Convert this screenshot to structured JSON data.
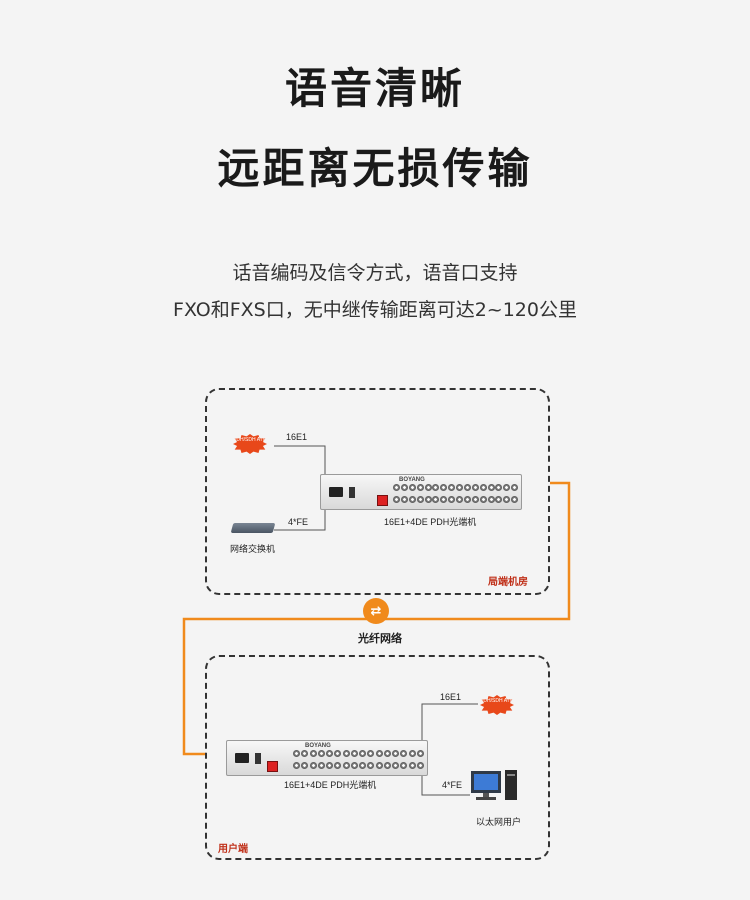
{
  "heading": {
    "line1": "语音清晰",
    "line2": "远距离无损传输"
  },
  "description": {
    "line1": "话音编码及信令方式，语音口支持",
    "line2": "FXO和FXS口，无中继传输距离可达2~120公里"
  },
  "diagram": {
    "top": {
      "room_label": "局端机房",
      "link_16e1": "16E1",
      "link_fe": "4*FE",
      "device_label": "16E1+4DE PDH光端机",
      "switch_label": "网络交换机",
      "badge_text": "PDH/SDH ATM",
      "brand": "BOYANG"
    },
    "fiber_label": "光纤网络",
    "bottom": {
      "room_label": "用户端",
      "link_16e1": "16E1",
      "link_fe": "4*FE",
      "device_label": "16E1+4DE PDH光端机",
      "pc_label": "以太网用户",
      "badge_text": "PDH/SDH ATM",
      "brand": "BOYANG"
    },
    "colors": {
      "fiber": "#f08a1c",
      "room_label": "#c0311a",
      "badge": "#e8481a"
    }
  }
}
